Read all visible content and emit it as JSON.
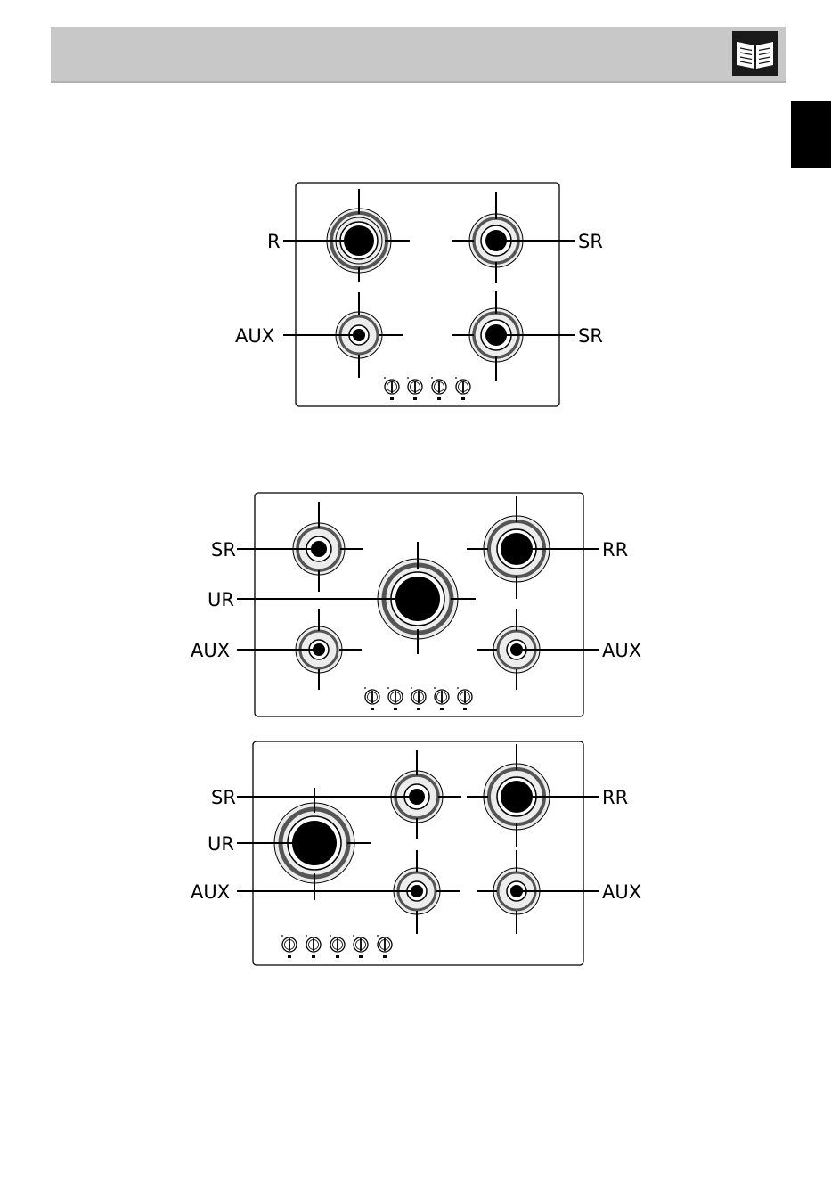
{
  "header": {
    "icon": "book-icon"
  },
  "side_tab": {
    "color": "#000000"
  },
  "diagrams": [
    {
      "labels": {
        "r": "R",
        "sr_top": "SR",
        "aux": "AUX",
        "sr_bottom": "SR"
      }
    },
    {
      "labels": {
        "sr": "SR",
        "rr": "RR",
        "ur": "UR",
        "aux_left": "AUX",
        "aux_right": "AUX"
      }
    },
    {
      "labels": {
        "sr": "SR",
        "rr": "RR",
        "ur": "UR",
        "aux_left": "AUX",
        "aux_right": "AUX"
      }
    }
  ]
}
